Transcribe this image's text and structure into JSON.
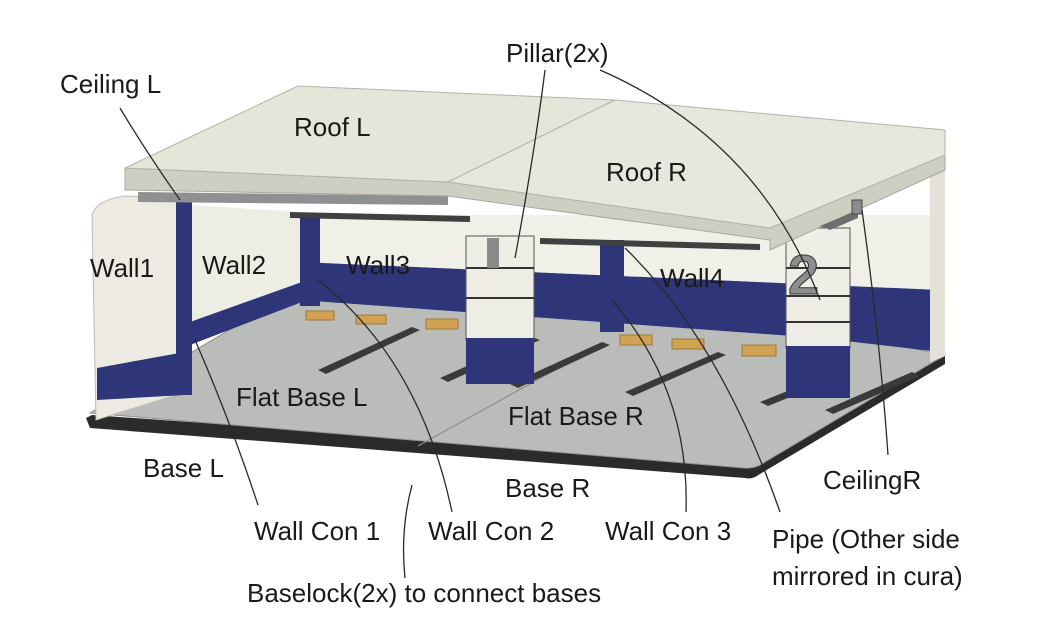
{
  "labels": {
    "ceiling_l": "Ceiling L",
    "pillar": "Pillar(2x)",
    "roof_l": "Roof L",
    "roof_r": "Roof R",
    "wall1": "Wall1",
    "wall2": "Wall2",
    "wall3": "Wall3",
    "wall4": "Wall4",
    "flat_base_l": "Flat Base L",
    "flat_base_r": "Flat Base R",
    "base_l": "Base L",
    "base_r": "Base R",
    "ceiling_r": "CeilingR",
    "wall_con_1": "Wall Con 1",
    "wall_con_2": "Wall Con 2",
    "wall_con_3": "Wall Con 3",
    "pipe_line1": "Pipe (Other side",
    "pipe_line2": "mirrored in cura)",
    "baselock": "Baselock(2x) to connect bases",
    "pillar_number": "2"
  },
  "colors": {
    "roof": "#e6e5d9",
    "roof_edge": "#c9c8bc",
    "wall": "#efeee6",
    "stripe": "#2e3578",
    "floor": "#b8bab8",
    "floor_edge": "#2b2b2b",
    "connector": "#d2a253",
    "ceiling": "#8e9092"
  }
}
